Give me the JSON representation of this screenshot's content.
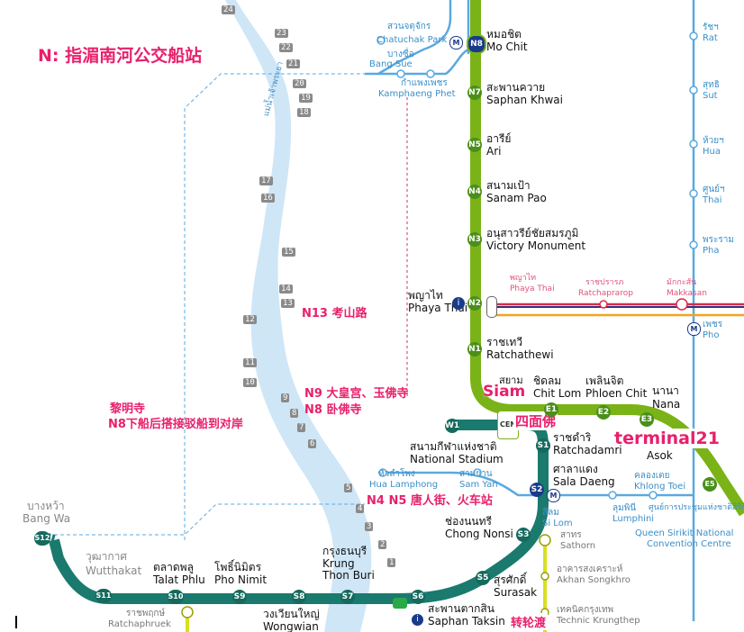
{
  "title": "N: 指湄南河公交船站",
  "annotations": {
    "n13": "N13 考山路",
    "n9": "N9 大皇宫、玉佛寺",
    "n8": "N8 卧佛寺",
    "wat_arun": [
      "黎明寺",
      "N8下船后搭接驳船到对岸"
    ],
    "n4n5": "N4 N5 唐人街、火车站",
    "siam_cn": "四面佛",
    "terminal": "terminal21",
    "ferry": "转轮渡",
    "siam_en": "Siam"
  },
  "piers": [
    "24",
    "23",
    "22",
    "21",
    "20",
    "19",
    "18",
    "17",
    "16",
    "15",
    "14",
    "13",
    "12",
    "11",
    "10",
    "9",
    "8",
    "7",
    "6",
    "5",
    "4",
    "3",
    "2",
    "1"
  ],
  "river_name": "แม่น้ำเจ้าพระยา",
  "stations": {
    "n8": {
      "code": "N8",
      "th": "หมอชิต",
      "en": "Mo Chit"
    },
    "n7": {
      "code": "N7",
      "th": "สะพานควาย",
      "en": "Saphan Khwai"
    },
    "n5": {
      "code": "N5",
      "th": "อารีย์",
      "en": "Ari"
    },
    "n4": {
      "code": "N4",
      "th": "สนามเป้า",
      "en": "Sanam Pao"
    },
    "n3": {
      "code": "N3",
      "th": "อนุสาวรีย์ชัยสมรภูมิ",
      "en": "Victory Monument"
    },
    "n2": {
      "code": "N2",
      "th": "พญาไท",
      "en": "Phaya Thai"
    },
    "n1": {
      "code": "N1",
      "th": "ราชเทวี",
      "en": "Ratchathewi"
    },
    "cen": {
      "code": "CEN",
      "th": "สยาม",
      "en": "Siam"
    },
    "e1": {
      "code": "E1",
      "th": "ชิดลม",
      "en": "Chit Lom"
    },
    "e2": {
      "code": "E2",
      "th": "เพลินจิต",
      "en": "Phloen Chit"
    },
    "e3": {
      "code": "E3",
      "th": "นานา",
      "en": "Nana"
    },
    "e4": {
      "en": "Asok"
    },
    "e5": {
      "code": "E5"
    },
    "w1": {
      "code": "W1",
      "th": "สนามกีฬาแห่งชาติ",
      "en": "National Stadium"
    },
    "s1": {
      "code": "S1",
      "th": "ราชดำริ",
      "en": "Ratchadamri"
    },
    "s2": {
      "code": "S2",
      "th": "ศาลาแดง",
      "en": "Sala Daeng"
    },
    "s3": {
      "code": "S3",
      "th": "ช่องนนทรี",
      "en": "Chong Nonsi"
    },
    "s5": {
      "code": "S5",
      "th": "สุรศักดิ์",
      "en": "Surasak"
    },
    "s6": {
      "code": "S6",
      "th": "สะพานตากสิน",
      "en": "Saphan Taksin"
    },
    "s7": {
      "code": "S7",
      "th": "กรุงธนบุรี",
      "en": "Krung Thon Buri"
    },
    "s8": {
      "code": "S8",
      "th": "วงเวียนใหญ่",
      "en": "Wongwian"
    },
    "s9": {
      "code": "S9",
      "th": "โพธิ์นิมิตร",
      "en": "Pho Nimit"
    },
    "s10": {
      "code": "S10",
      "th": "ตลาดพลู",
      "en": "Talat Phlu"
    },
    "s11": {
      "code": "S11",
      "th": "วุฒากาศ",
      "en": "Wutthakat"
    },
    "s12": {
      "code": "S12",
      "th": "บางหว้า",
      "en": "Bang Wa"
    }
  },
  "blue_stations": {
    "chatuchak": {
      "th": "สวนจตุจักร",
      "en": "Chatuchak Park"
    },
    "bangsue": {
      "th": "บางซื่อ",
      "en": "Bang Sue"
    },
    "kamphaeng": {
      "th": "กำแพงเพชร",
      "en": "Kamphaeng Phet"
    },
    "hualamphong": {
      "th": "หัวลำโพง",
      "en": "Hua Lamphong"
    },
    "samyan": {
      "th": "สามย่าน",
      "en": "Sam Yan"
    },
    "silom": {
      "th": "สีลม",
      "en": "Si Lom"
    },
    "lumphini": {
      "th": "ลุมพินี",
      "en": "Lumphini"
    },
    "khlongtoei": {
      "th": "คลองเตย",
      "en": "Khlong Toei"
    },
    "qsncc": {
      "th": "ศูนย์การประชุมแห่งชาติสิริกิติ์",
      "en1": "Queen Sirikit National",
      "en2": "Convention Centre"
    },
    "right1": {
      "th": "รัชฯ",
      "en": "Rat"
    },
    "right2": {
      "th": "สุทธิ",
      "en": "Sut"
    },
    "right3": {
      "th": "ห้วยฯ",
      "en": "Hua"
    },
    "right4": {
      "th": "ศูนย์ฯ",
      "en": "Thai"
    },
    "right5": {
      "th": "พระราม",
      "en": "Pha"
    },
    "right6": {
      "th": "เพชร",
      "en": "Pho"
    }
  },
  "pink_stations": {
    "phayathai": {
      "th": "พญาไท",
      "en": "Phaya Thai"
    },
    "ratchaprarop": {
      "th": "ราชปรารภ",
      "en": "Ratchaprarop"
    },
    "makkasan": {
      "th": "มักกะสัน",
      "en": "Makkasan"
    }
  },
  "brt_stations": {
    "sathorn": {
      "th": "สาทร",
      "en": "Sathorn"
    },
    "akhan": {
      "th": "อาคารสงเคราะห์",
      "en": "Akhan Songkhro"
    },
    "technic": {
      "th": "เทคนิคกรุงเทพ",
      "en": "Technic Krungthep"
    },
    "ratchaphruek": {
      "th": "ราชพฤกษ์",
      "en": "Ratchaphruek"
    }
  },
  "colors": {
    "sukhumvit": "#7ab317",
    "silom": "#1a7a6e",
    "mrt": "#5aa9e0",
    "arl": "#d62d4a",
    "brt": "#d9df1e",
    "river": "#cfe6f7",
    "annotation": "#e8206b",
    "badge_green": "#4a8f1a",
    "badge_teal": "#15695e"
  }
}
